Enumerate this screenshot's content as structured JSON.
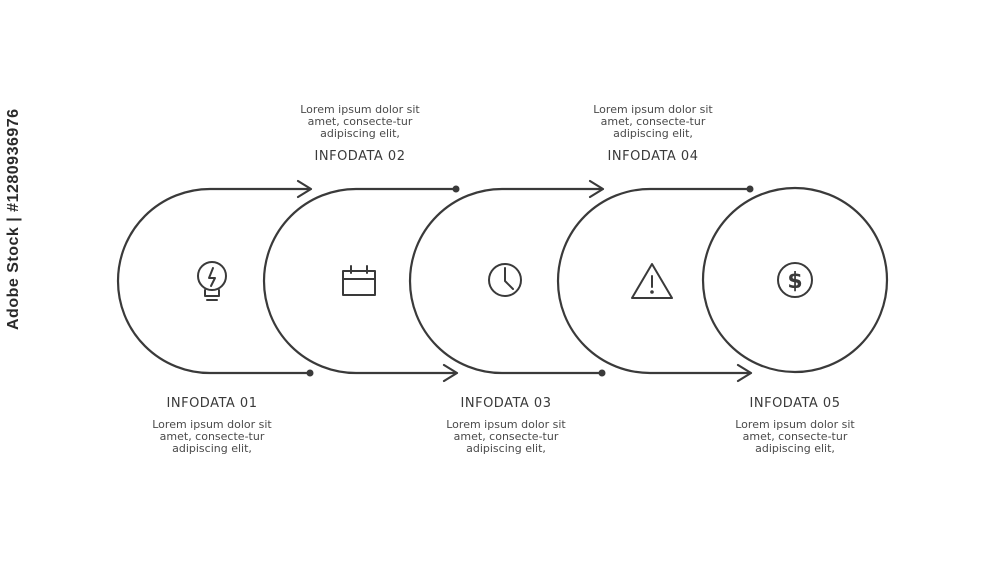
{
  "steps": [
    {
      "title": "INFODATA 01",
      "desc": "Lorem ipsum dolor sit amet, consecte-tur adipiscing elit,",
      "icon": "lightbulb-icon"
    },
    {
      "title": "INFODATA 02",
      "desc": "Lorem ipsum dolor sit amet, consecte-tur adipiscing elit,",
      "icon": "calendar-icon"
    },
    {
      "title": "INFODATA 03",
      "desc": "Lorem ipsum dolor sit amet, consecte-tur adipiscing elit,",
      "icon": "clock-icon"
    },
    {
      "title": "INFODATA 04",
      "desc": "Lorem ipsum dolor sit amet, consecte-tur adipiscing elit,",
      "icon": "warning-icon"
    },
    {
      "title": "INFODATA 05",
      "desc": "Lorem ipsum dolor sit amet, consecte-tur adipiscing elit,",
      "icon": "dollar-icon"
    }
  ],
  "stock": {
    "brand": "Adobe Stock",
    "separator": "|",
    "id": "#1280936976"
  },
  "colors": {
    "stroke": "#3a3a3a",
    "background": "#ffffff"
  }
}
